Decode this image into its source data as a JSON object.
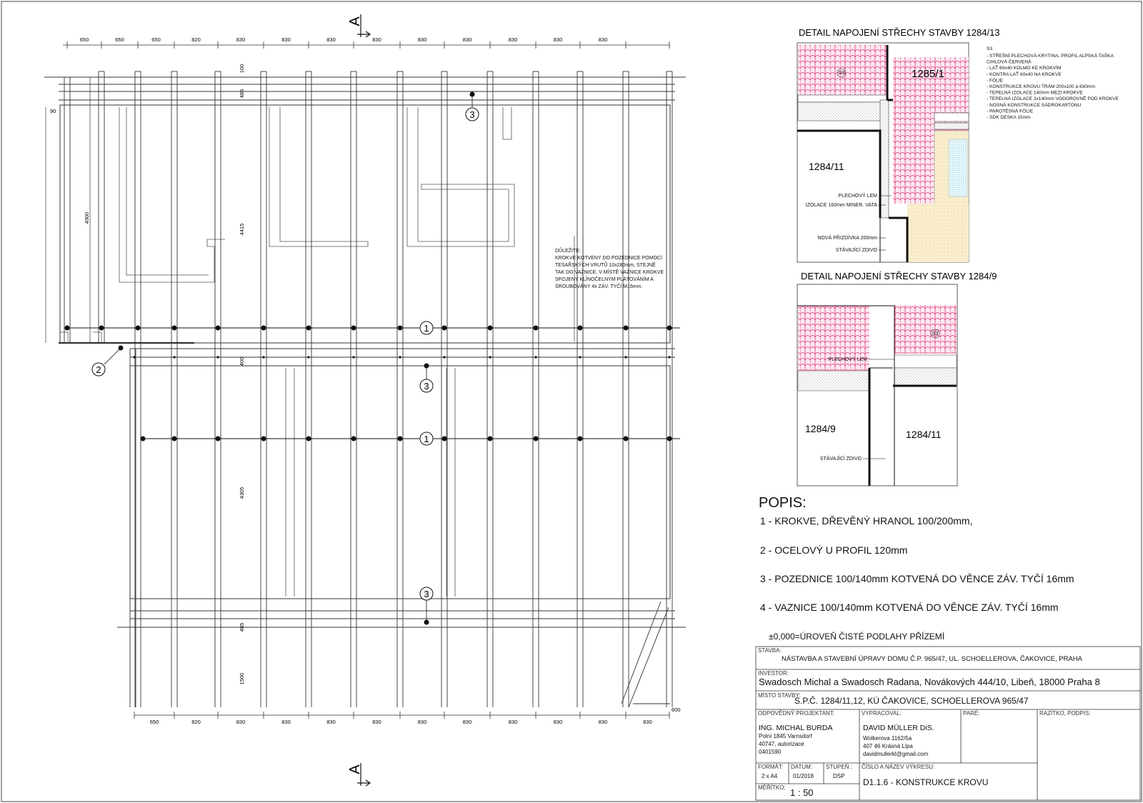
{
  "section_marker": {
    "letter": "A"
  },
  "dimensions": {
    "top": [
      "650",
      "650",
      "650",
      "820",
      "830",
      "830",
      "830",
      "830",
      "830",
      "830",
      "830",
      "830",
      "830"
    ],
    "bottom": [
      "650",
      "820",
      "830",
      "830",
      "830",
      "830",
      "830",
      "830",
      "830",
      "830",
      "830",
      "830"
    ],
    "left_total": "4900",
    "left_offset": "90",
    "vertical_segments": [
      "100",
      "485",
      "4415",
      "400",
      "4305",
      "485",
      "1500"
    ],
    "bottom_right_offset": "600"
  },
  "callouts": {
    "krokve": "1",
    "u_profil": "2",
    "pozednice": "3"
  },
  "important_note": {
    "heading": "DŮLEŽITÉ:",
    "lines": [
      "KROKVE KOTVENY DO POZEDNICE POMOCÍ",
      "TESAŘSKÝCH VRUTŮ 10x280mm, STEJNĚ",
      "TAK DO VAZNICE. V MÍSTĚ VAZNICE KROKVE",
      "SPOJENY KLÍNOČELNÝM PLÁTOVÁNÍM A",
      "ŠROUBOVÁNY 4x ZÁV. TYČÍ M16mm."
    ]
  },
  "detail_1": {
    "title": "DETAIL NAPOJENÍ STŘECHY STAVBY 1284/13",
    "label_left": "1284/11",
    "label_right": "1285/1",
    "tag": "S3",
    "annotations": [
      "PLECHOVÝ LEM",
      "IZOLACE 160mm MINER. VATA",
      "NOVÁ PŘIZDÍVKA 200mm",
      "STÁVAJÍCÍ ZDIVO"
    ],
    "layers_title": "S3",
    "layers": [
      "- STŘEŠNÍ PLECHOVÁ KRYTINA, PROFIL ALPSKÁ TAŠKA",
      "CIHLOVÁ ČERVENÁ",
      "- LAŤ 60x40 KOLMO KE KROKVÍM",
      "- KONTRA LAŤ 60x40 NA KROKVE",
      "- FÓLIE",
      "- KONSTRUKCE KROVU TRÁM 200x100 á 830mm",
      "- TEPELNÁ IZOLACE 140mm MEZI KROKVE",
      "- TEPELNÁ IZOLACE 2x140mm VODOROVNĚ POD KROKVE",
      "- NOSNÁ KONSTRUKCE SÁDROKARTONU",
      "- PAROTĚSNÁ FÓLIE",
      "- SDK DESKA 15mm"
    ]
  },
  "detail_2": {
    "title": "DETAIL NAPOJENÍ STŘECHY STAVBY 1284/9",
    "label_left": "1284/9",
    "label_right": "1284/11",
    "tag": "S3",
    "annotations": [
      "PLECHOVÝ LEM",
      "STÁVAJÍCÍ ZDIVO"
    ]
  },
  "legend": {
    "title": "POPIS:",
    "items": [
      "1 - KROKVE, DŘEVĚNÝ HRANOL 100/200mm,",
      "2 - OCELOVÝ U PROFIL 120mm",
      "3 - POZEDNICE 100/140mm KOTVENÁ DO VĚNCE ZÁV. TYČÍ 16mm",
      "4 - VAZNICE 100/140mm KOTVENÁ DO VĚNCE ZÁV. TYČÍ 16mm"
    ],
    "level_note": "±0,000=ÚROVEŇ ČISTÉ PODLAHY PŘÍZEMÍ"
  },
  "title_block": {
    "stavba_label": "STAVBA:",
    "stavba": "NÁSTAVBA A STAVEBNÍ ÚPRAVY DOMU Č.P. 965/47, UL. SCHOELLEROVA, ČAKOVICE, PRAHA",
    "investor_label": "INVESTOR:",
    "investor": "Swadosch Michal a Swadosch Radana, Novákových 444/10, Libeň, 18000 Praha 8",
    "misto_label": "MÍSTO STAVBY:",
    "misto": "S.P.Č. 1284/11,12, KÚ ČAKOVICE, SCHOELLEROVA 965/47",
    "projektant_label": "ODPOVĚDNÝ PROJEKTANT:",
    "projektant_name": "ING. MICHAL BURDA",
    "projektant_lines": [
      "Polní 1845 Varnsdorf",
      "40747, autorizace",
      "0401590"
    ],
    "vypracoval_label": "VYPRACOVAL:",
    "vypracoval_name": "DAVID MÜLLER DiS.",
    "vypracoval_lines": [
      "Wolkerova 1162/5a",
      "407 46 Krásná Lípa",
      "davidmullerkl@gmail.com"
    ],
    "pare_label": "PARÉ:",
    "razitko_label": "RAZÍTKO, PODPIS:",
    "format_label": "FORMÁT:",
    "format": "2 x A4",
    "datum_label": "DATUM:",
    "datum": "01/2018",
    "stupen_label": "STUPEŇ :",
    "stupen": "DSP",
    "cislo_label": "ČÍSLO A NÁZEV VÝKRESU:",
    "cislo": "D1.1.6 - KONSTRUKCE KROVU",
    "meritko_label": "MĚŘÍTKO:",
    "meritko": "1 : 50"
  }
}
